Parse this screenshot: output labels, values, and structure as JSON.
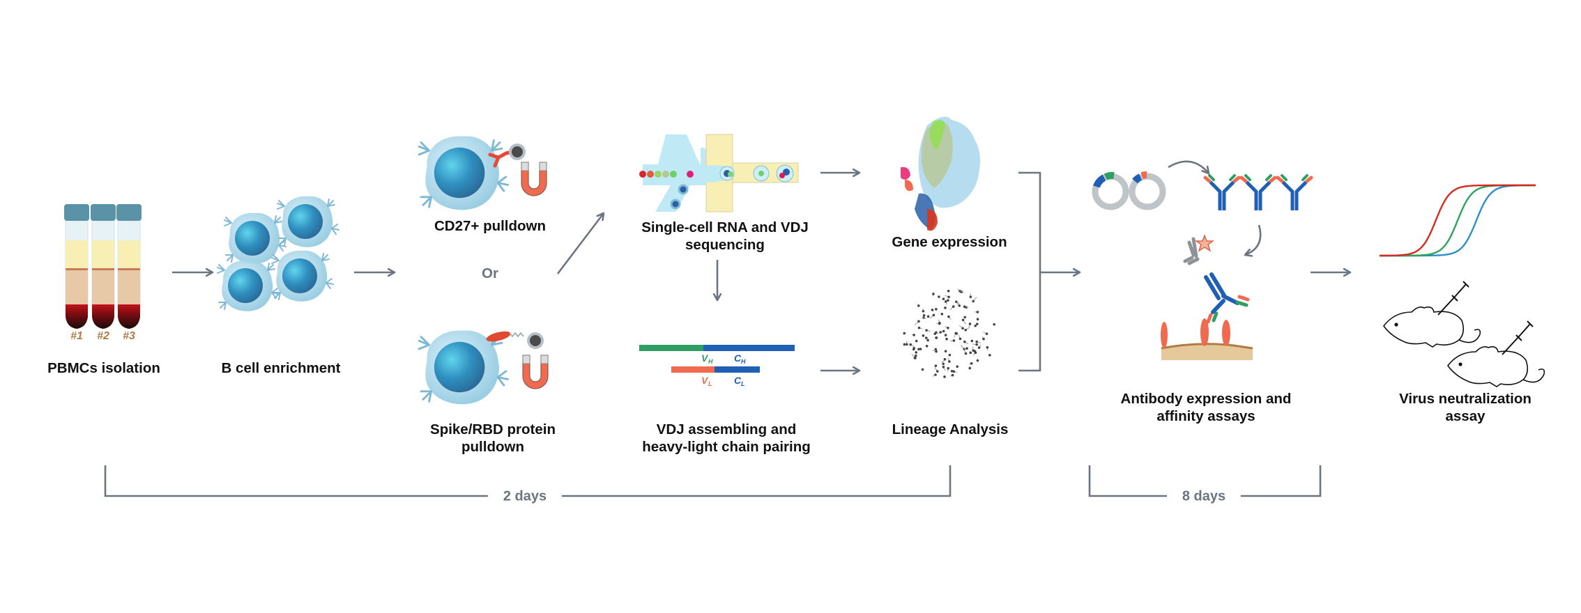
{
  "figure": {
    "title": "Workflow for rapid isolation of neutralizing antibodies",
    "colors": {
      "arrow": "#6b7580",
      "text": "#111111",
      "heavy_chain_variable": "#2e9e63",
      "constant": "#1f5fb5",
      "light_chain_variable": "#f06a4f",
      "magnet": "#f06a4f",
      "curve_red": "#d62a1e",
      "curve_green": "#2fa35a",
      "curve_blue": "#2b8fc6",
      "cell_nucleus": "#2e86b8",
      "tube_label": "#b07a44"
    }
  },
  "steps": {
    "pbmc": {
      "label": "PBMCs isolation",
      "tubes": [
        "#1",
        "#2",
        "#3"
      ]
    },
    "bcell": {
      "label": "B cell enrichment"
    },
    "cd27": {
      "label": "CD27+ pulldown"
    },
    "or_label": "Or",
    "spike": {
      "line1": "Spike/RBD protein",
      "line2": "pulldown"
    },
    "scseq": {
      "line1": "Single-cell RNA and VDJ",
      "line2": "sequencing"
    },
    "vdj": {
      "line1": "VDJ assembling and",
      "line2": "heavy-light chain pairing",
      "segments": {
        "vh": "V",
        "vh_sub": "H",
        "ch": "C",
        "ch_sub": "H",
        "vl": "V",
        "vl_sub": "L",
        "cl": "C",
        "cl_sub": "L"
      }
    },
    "gene_expression": {
      "label": "Gene expression"
    },
    "lineage": {
      "label": "Lineage Analysis"
    },
    "antibody": {
      "line1": "Antibody expression and",
      "line2": "affinity assays"
    },
    "virus": {
      "line1": "Virus neutralization",
      "line2": "assay"
    }
  },
  "timeline": {
    "phase1": {
      "label": "2 days"
    },
    "phase2": {
      "label": "8 days"
    }
  }
}
